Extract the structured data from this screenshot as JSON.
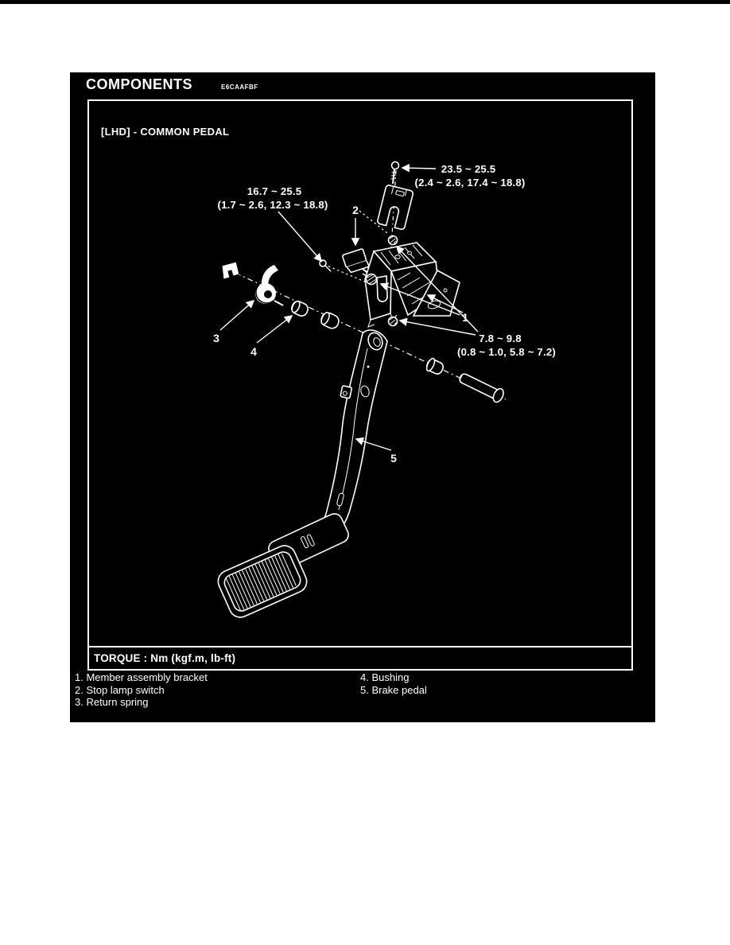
{
  "document": {
    "title": "COMPONENTS",
    "section_code": "E6CAAFBF",
    "variant_label": "[LHD] - COMMON PEDAL",
    "torque_note": "TORQUE : Nm (kgf.m, lb-ft)",
    "torque_callouts": [
      {
        "part": "stopper-bolt",
        "nm": "23.5 ~ 25.5",
        "alt": "(2.4 ~ 2.6, 17.4 ~ 18.8)"
      },
      {
        "part": "stop-lamp-switch-locknut",
        "nm": "16.7 ~ 25.5",
        "alt": "(1.7 ~ 2.6, 12.3 ~ 18.8)"
      },
      {
        "part": "pivot-nuts",
        "nm": "7.8 ~ 9.8",
        "alt": "(0.8 ~ 1.0, 5.8 ~ 7.2)"
      }
    ],
    "callout_numbers": [
      "1",
      "2",
      "3",
      "4",
      "5"
    ],
    "legend": {
      "column1": [
        "1. Member assembly bracket",
        "2. Stop lamp switch",
        "3. Return spring"
      ],
      "column2": [
        "4. Bushing",
        "5. Brake pedal"
      ]
    },
    "colors": {
      "paper": "#ffffff",
      "page_bg": "#000000",
      "ink": "#ffffff"
    }
  }
}
